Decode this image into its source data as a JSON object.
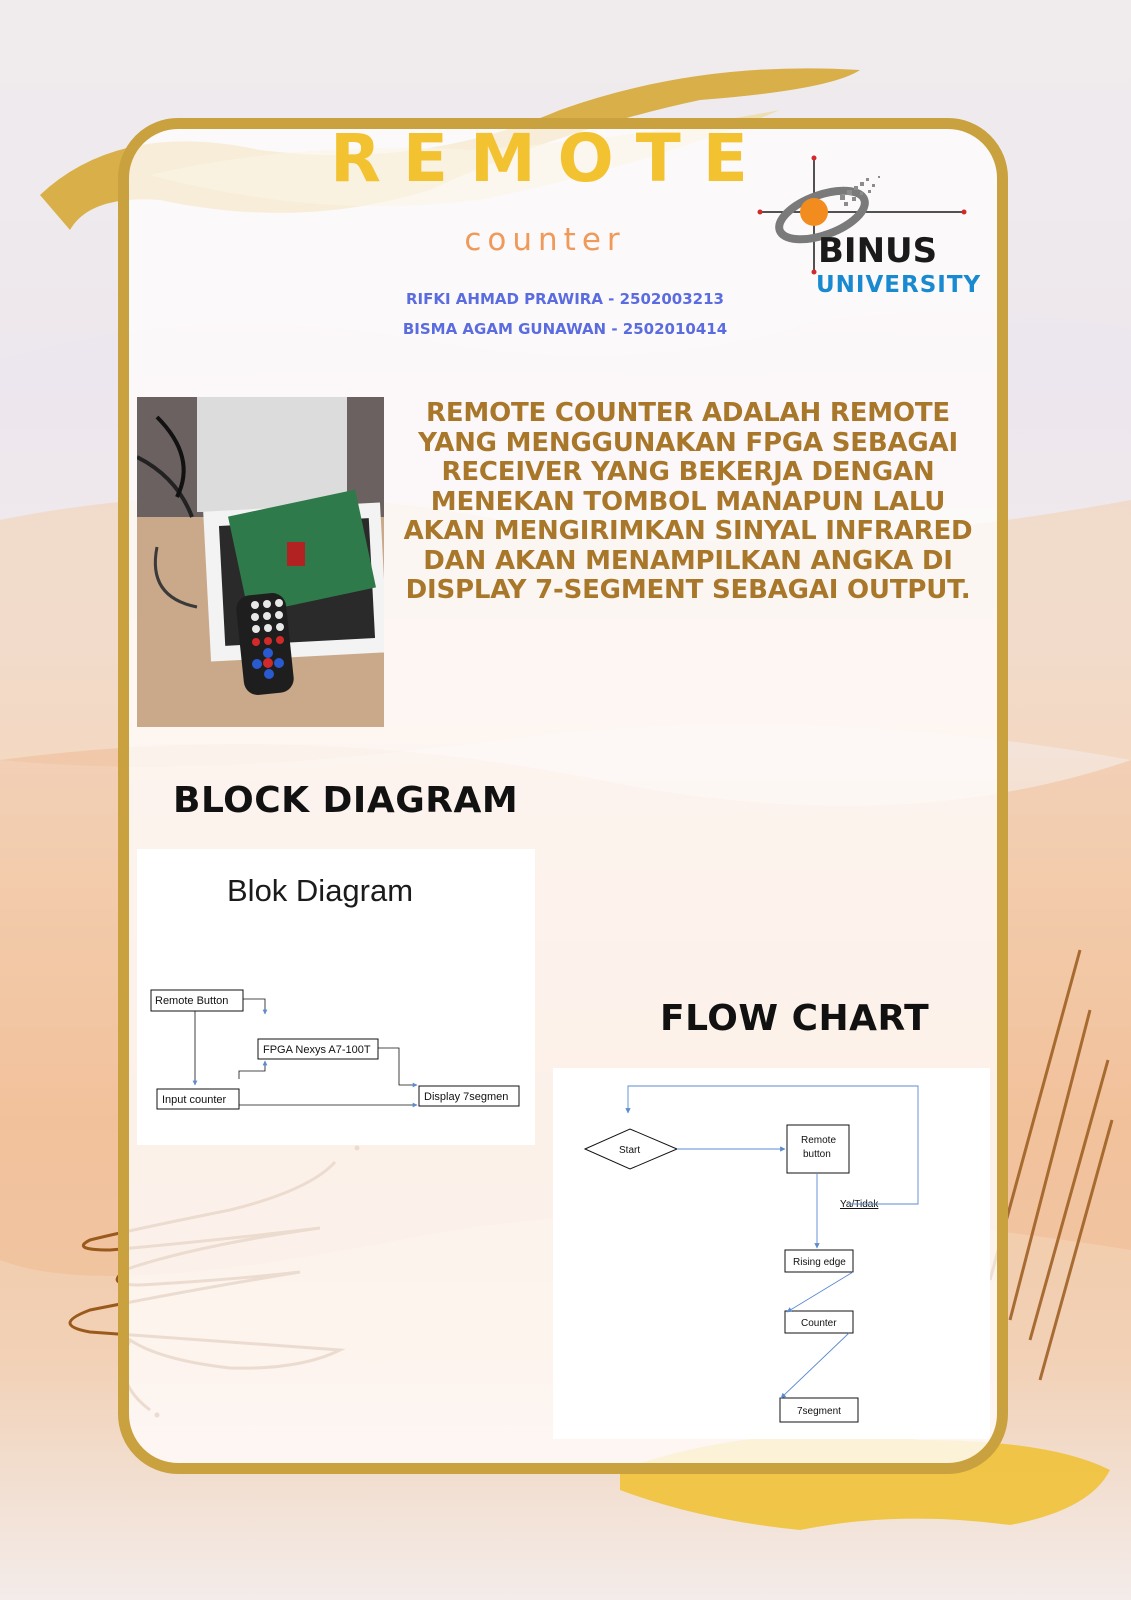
{
  "title": "REMOTE",
  "subtitle": "counter",
  "authors": [
    "RIFKI AHMAD PRAWIRA - 2502003213",
    "BISMA AGAM GUNAWAN - 2502010414"
  ],
  "logo": {
    "name": "BINUS",
    "subname": "UNIVERSITY",
    "colors": {
      "dark": "#1a1a1a",
      "blue": "#1a8ad0",
      "orange": "#f28c1e",
      "red": "#d12a2a"
    }
  },
  "description": "REMOTE COUNTER ADALAH REMOTE YANG MENGGUNAKAN FPGA SEBAGAI RECEIVER YANG BEKERJA DENGAN MENEKAN TOMBOL MANAPUN LALU AKAN MENGIRIMKAN SINYAL INFRARED DAN AKAN MENAMPILKAN ANGKA DI DISPLAY 7-SEGMENT SEBAGAI OUTPUT.",
  "block_diagram": {
    "heading": "BLOCK DIAGRAM",
    "slide_title": "Blok Diagram",
    "nodes": [
      "Remote Button",
      "FPGA Nexys A7-100T",
      "Input counter",
      "Display 7segmen"
    ]
  },
  "flow_chart": {
    "heading": "FLOW CHART",
    "nodes": [
      "Start",
      "Remote button",
      "Rising edge",
      "Counter",
      "7segment"
    ],
    "remote_lines": [
      "Remote",
      "button"
    ],
    "branch_label": "Ya/Tidak"
  },
  "colors": {
    "card_border": "#c9a23f",
    "title": "#f2c230",
    "subtitle": "#ef9a5a",
    "authors": "#5a6ce0",
    "description": "#a9772a",
    "brush_brown": "#9a5a1c",
    "gold": "#d9a92a"
  }
}
